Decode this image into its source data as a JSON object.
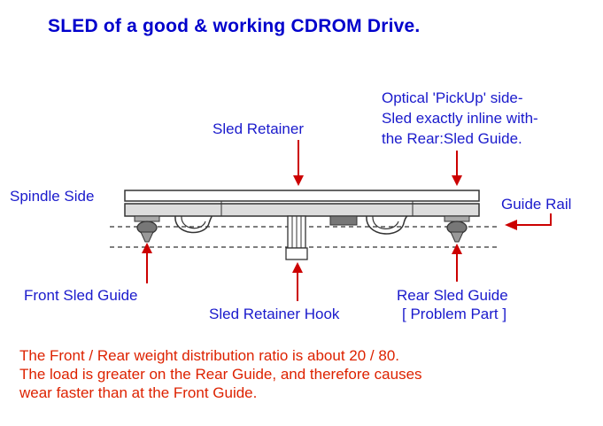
{
  "title": "SLED of a good & working CDROM Drive.",
  "colors": {
    "title": "#0000cc",
    "label": "#1a1acc",
    "arrow": "#cc0000",
    "note": "#dd2200",
    "drawing": "#333333",
    "rail_fill": "#dddddd",
    "guide_fill": "#777777"
  },
  "labels": {
    "optical_side_1": "Optical 'PickUp' side-",
    "optical_side_2": "Sled exactly inline with-",
    "optical_side_3": "the Rear:Sled Guide.",
    "sled_retainer": "Sled Retainer",
    "spindle_side": "Spindle Side",
    "guide_rail": "Guide Rail",
    "front_sled_guide": "Front Sled Guide",
    "sled_retainer_hook": "Sled Retainer Hook",
    "rear_sled_guide": "Rear Sled Guide",
    "problem_part": "[ Problem Part ]"
  },
  "note": {
    "line1": "The Front / Rear weight distribution ratio is about 20 / 80.",
    "line2": "The load is greater on the Rear Guide, and therefore causes",
    "line3": "wear faster than at the Front Guide."
  }
}
